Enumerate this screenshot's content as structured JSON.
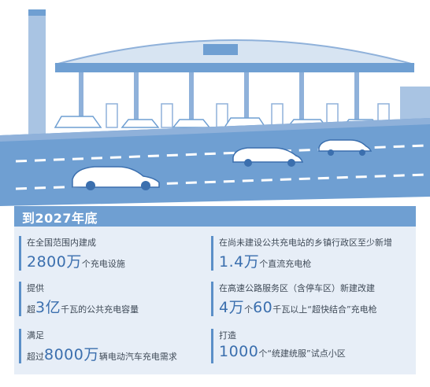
{
  "colors": {
    "primary": "#6f9fd2",
    "panel": "#e7eef7",
    "accent": "#3b6fae"
  },
  "banner": {
    "title": "到2027年底"
  },
  "items": [
    {
      "label": "在全国范围内建成",
      "big": "2800万",
      "unit": "个充电设施"
    },
    {
      "label": "提供",
      "pre": "超",
      "big": "3亿",
      "unit": "千瓦的公共充电容量"
    },
    {
      "label": "满足",
      "pre": "超过",
      "big": "8000万",
      "unit": "辆电动汽车充电需求"
    },
    {
      "label": "在尚未建设公共充电站的乡镇行政区至少新增",
      "big": "1.4万",
      "unit": "个直流充电枪"
    },
    {
      "label": "在高速公路服务区（含停车区）新建改建",
      "big1": "4万",
      "mid": "个",
      "big2": "60",
      "unit": "千瓦以上“超快结合”充电枪"
    },
    {
      "label": "打造",
      "big": "1000",
      "unit": "个“统建统服”试点小区"
    }
  ]
}
